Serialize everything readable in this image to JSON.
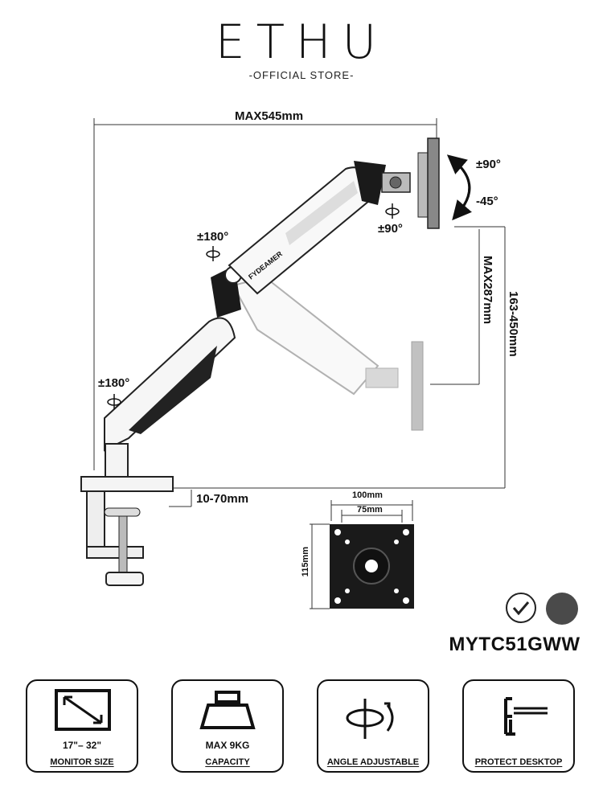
{
  "header": {
    "brand": "ETHU",
    "store_tagline": "-OFFICIAL STORE-"
  },
  "diagram": {
    "max_reach": "MAX545mm",
    "tilt_up": "±90°",
    "tilt_down": "-45°",
    "head_swivel": "±90°",
    "elbow_swivel": "±180°",
    "base_swivel": "±180°",
    "max_lift": "MAX287mm",
    "height_range": "163-450mm",
    "clamp_thickness": "10-70mm",
    "arm_brand": "FYDEAMER"
  },
  "vesa": {
    "width_outer": "100mm",
    "width_inner": "75mm",
    "height": "115mm"
  },
  "product": {
    "model": "MYTC51GWW",
    "color_options": [
      "white",
      "gray"
    ]
  },
  "features": [
    {
      "icon": "monitor-size-icon",
      "line1": "17\"– 32\"",
      "line2": "MONITOR SIZE"
    },
    {
      "icon": "weight-icon",
      "line1": "MAX 9KG",
      "line2": "CAPACITY"
    },
    {
      "icon": "rotate-icon",
      "line1": "",
      "line2": "ANGLE ADJUSTABLE"
    },
    {
      "icon": "desk-clamp-icon",
      "line1": "",
      "line2": "PROTECT DESKTOP"
    }
  ]
}
